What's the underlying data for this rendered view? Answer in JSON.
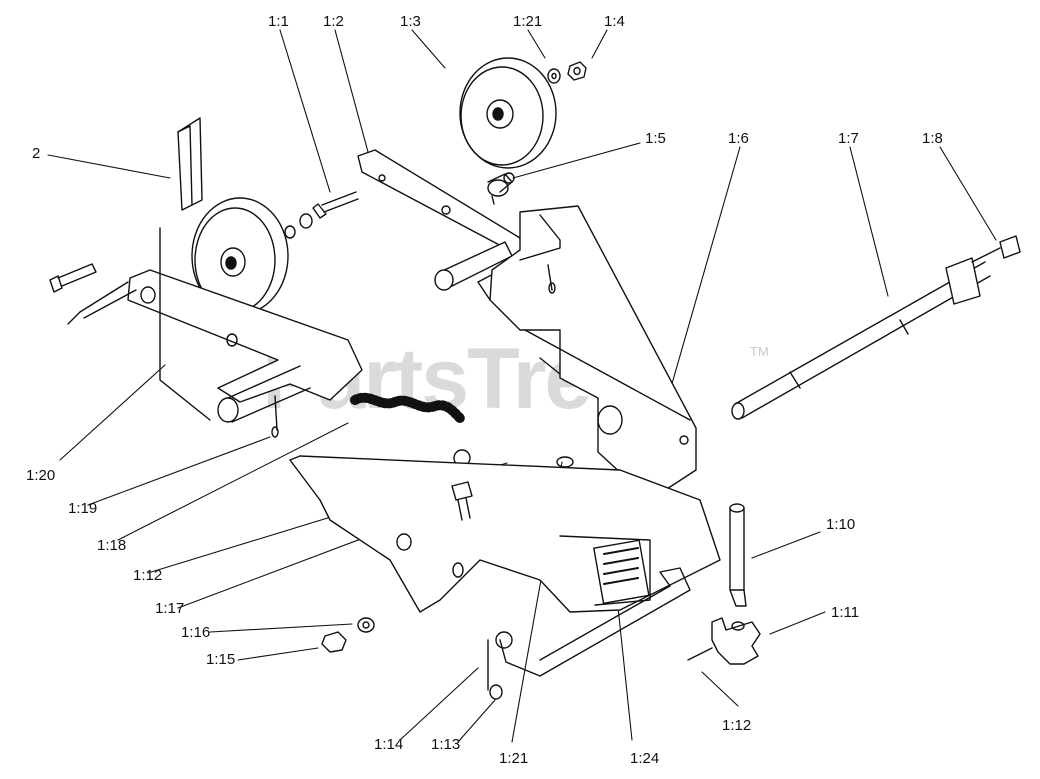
{
  "watermark": {
    "text": "PartsTree",
    "trademark": "TM"
  },
  "callouts": [
    {
      "id": "1:1",
      "text": "1:1"
    },
    {
      "id": "1:2",
      "text": "1:2"
    },
    {
      "id": "1:3",
      "text": "1:3"
    },
    {
      "id": "1:21-top",
      "text": "1:21"
    },
    {
      "id": "1:4",
      "text": "1:4"
    },
    {
      "id": "2",
      "text": "2"
    },
    {
      "id": "1:5",
      "text": "1:5"
    },
    {
      "id": "1:6",
      "text": "1:6"
    },
    {
      "id": "1:7",
      "text": "1:7"
    },
    {
      "id": "1:8",
      "text": "1:8"
    },
    {
      "id": "1:20",
      "text": "1:20"
    },
    {
      "id": "1:19",
      "text": "1:19"
    },
    {
      "id": "1:18",
      "text": "1:18"
    },
    {
      "id": "1:12-left",
      "text": "1:12"
    },
    {
      "id": "1:17",
      "text": "1:17"
    },
    {
      "id": "1:16",
      "text": "1:16"
    },
    {
      "id": "1:15",
      "text": "1:15"
    },
    {
      "id": "1:14",
      "text": "1:14"
    },
    {
      "id": "1:13",
      "text": "1:13"
    },
    {
      "id": "1:21-bottom",
      "text": "1:21"
    },
    {
      "id": "1:24",
      "text": "1:24"
    },
    {
      "id": "1:10",
      "text": "1:10"
    },
    {
      "id": "1:11",
      "text": "1:11"
    },
    {
      "id": "1:12-right",
      "text": "1:12"
    }
  ]
}
